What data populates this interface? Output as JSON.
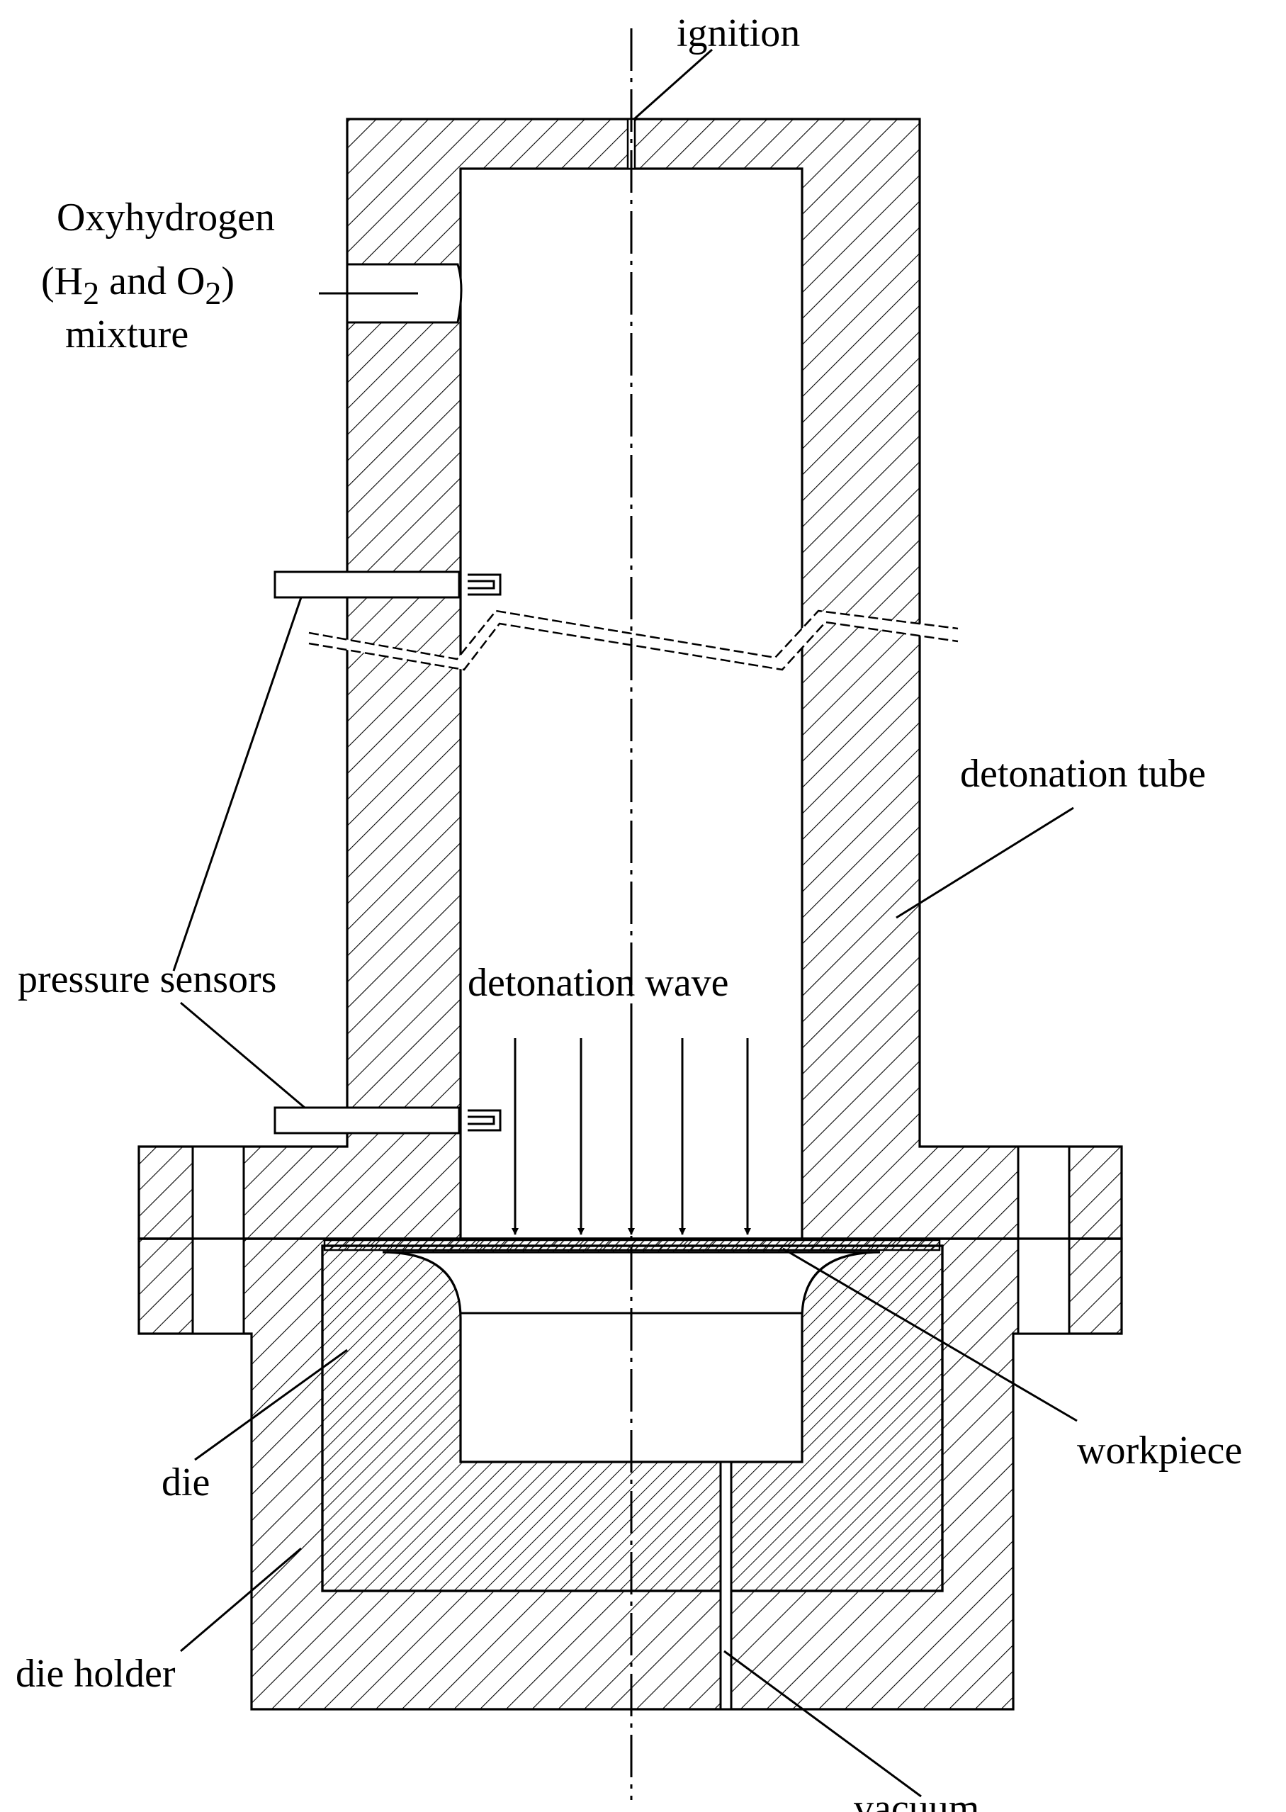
{
  "labels": {
    "ignition": "ignition",
    "gas_inlet": {
      "line1": "Oxyhydrogen",
      "line2_open": "(H",
      "line2_sub1": "2",
      "line2_mid": " and O",
      "line2_sub2": "2",
      "line2_close": ")",
      "line3": "mixture"
    },
    "detonation_tube": "detonation tube",
    "pressure_sensors": "pressure sensors",
    "detonation_wave": "detonation wave",
    "workpiece": "workpiece",
    "die": "die",
    "die_holder": "die holder",
    "vacuum": "vacuum"
  },
  "colors": {
    "ink": "#000000",
    "background": "#ffffff"
  }
}
